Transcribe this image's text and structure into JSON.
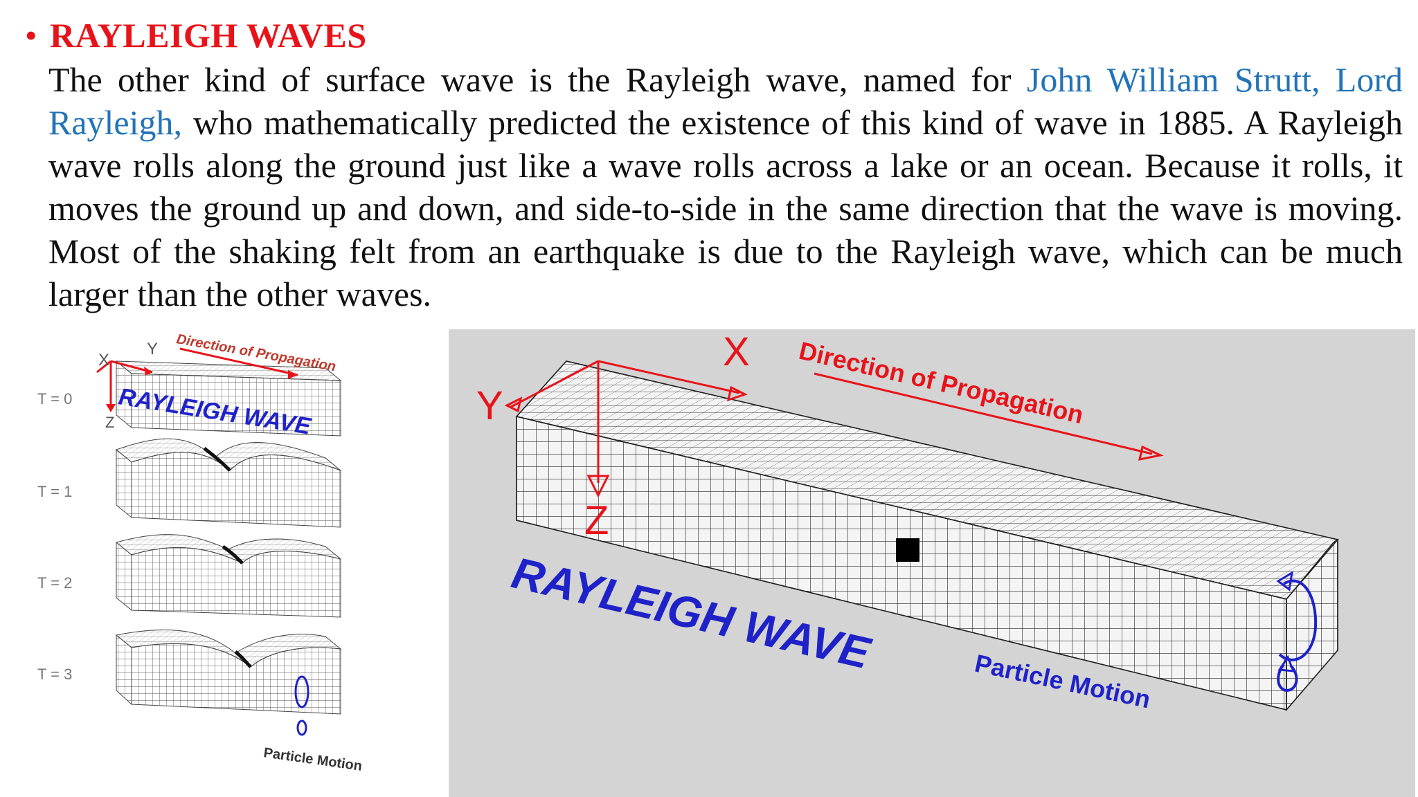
{
  "slide": {
    "bullet": "•",
    "heading": "RAYLEIGH WAVES",
    "paragraph": {
      "text_before": "The other kind of surface wave is the Rayleigh wave, named for ",
      "link_text": "John William Strutt, Lord Rayleigh,",
      "text_after": " who mathematically predicted the existence of this kind of wave in 1885. A Rayleigh wave rolls along the ground just like a wave rolls across a lake or an ocean. Because it rolls, it moves the ground up and down, and side-to-side in the same direction that the wave is moving. Most of the shaking felt from an earthquake is due to the Rayleigh wave, which can be much larger than the other waves."
    }
  },
  "figure_left": {
    "axis_x": "X",
    "axis_y": "Y",
    "axis_z": "Z",
    "direction_label": "Direction of Propagation",
    "wave_label": "RAYLEIGH WAVE",
    "time_labels": [
      "T = 0",
      "T = 1",
      "T = 2",
      "T = 3"
    ],
    "particle_label": "Particle Motion"
  },
  "figure_right": {
    "axis_x": "X",
    "axis_y": "Y",
    "axis_z": "Z",
    "direction_label": "Direction of Propagation",
    "wave_label": "RAYLEIGH WAVE",
    "particle_label": "Particle Motion"
  },
  "colors": {
    "heading": "#e8131a",
    "link": "#2373b7",
    "axis_red": "#e8131a",
    "wave_blue": "#1f22c9",
    "panel_gray": "#d4d4d4"
  }
}
